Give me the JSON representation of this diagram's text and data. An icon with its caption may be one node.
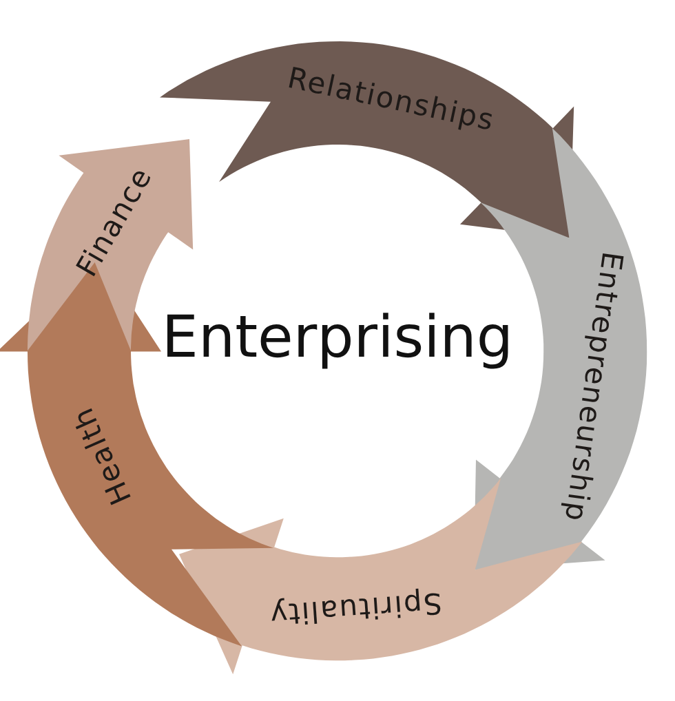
{
  "diagram": {
    "title": "Enterprising",
    "nodes": [
      {
        "text": [
          "Relationships"
        ]
      },
      {
        "text": [
          "Entrepreneurship"
        ]
      },
      {
        "text": [
          "Spirituality"
        ]
      },
      {
        "text": [
          "Health"
        ]
      },
      {
        "text": [
          "Finance"
        ]
      }
    ]
  }
}
